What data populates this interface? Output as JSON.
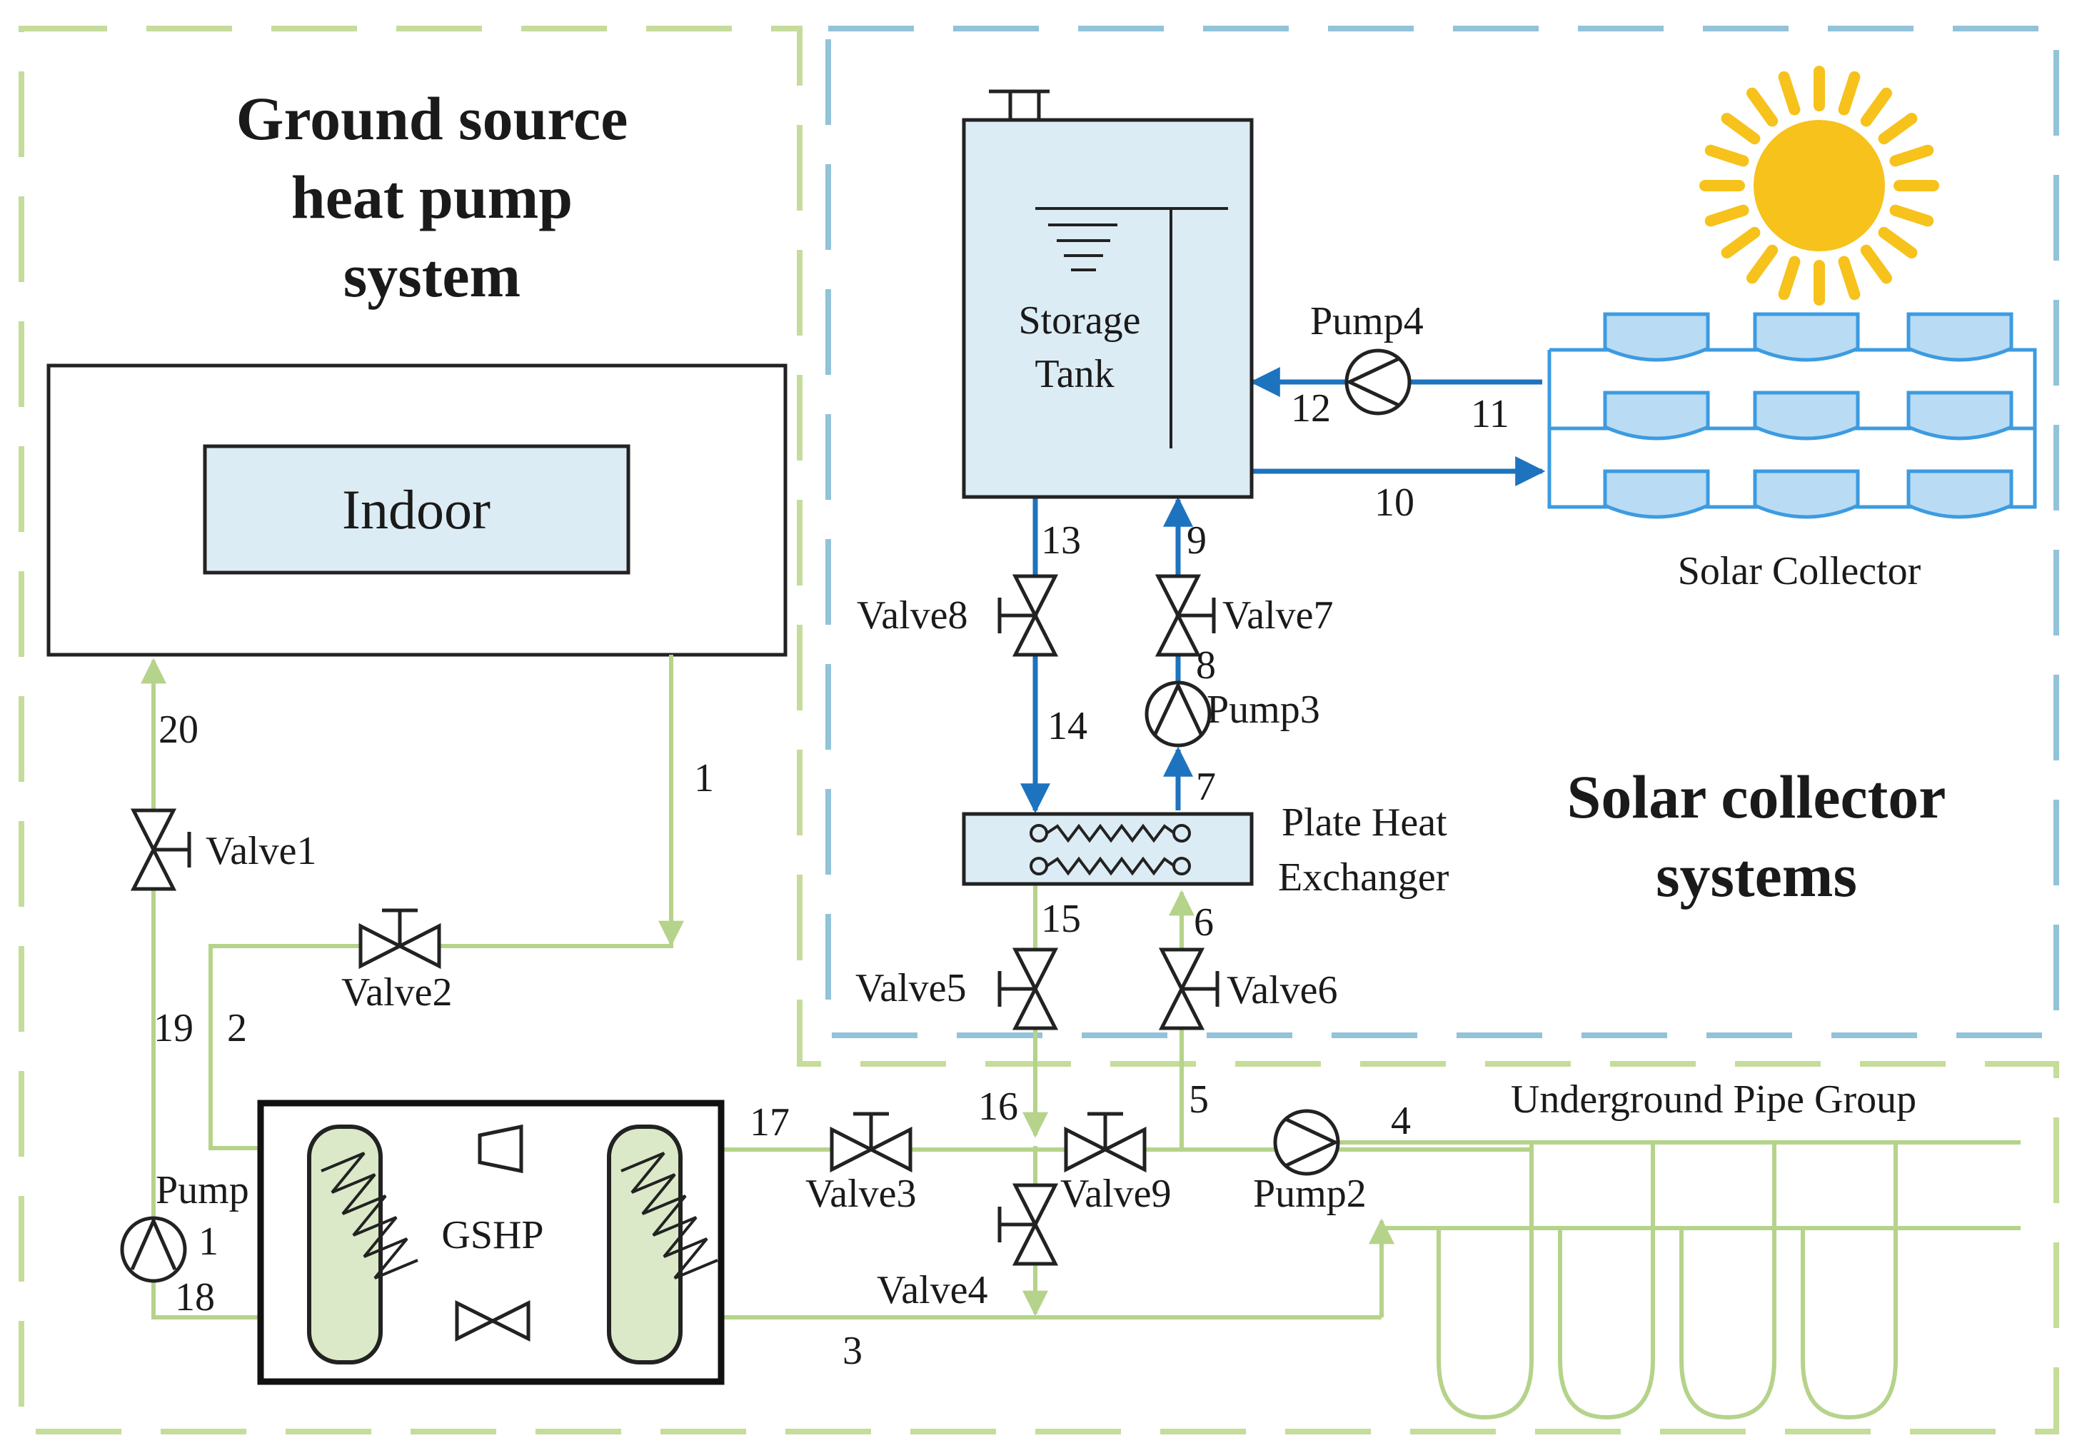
{
  "titles": {
    "gshp_line1": "Ground source",
    "gshp_line2": "heat pump",
    "gshp_line3": "system",
    "solar_line1": "Solar collector",
    "solar_line2": "systems"
  },
  "components": {
    "indoor": "Indoor",
    "storage_line1": "Storage",
    "storage_line2": "Tank",
    "phe_line1": "Plate Heat",
    "phe_line2": "Exchanger",
    "gshp": "GSHP",
    "solar_collector": "Solar Collector",
    "underground": "Underground Pipe Group"
  },
  "pumps": {
    "pump1_a": "Pump",
    "pump1_b": "1",
    "pump2": "Pump2",
    "pump3": "Pump3",
    "pump4": "Pump4"
  },
  "valves": {
    "valve1": "Valve1",
    "valve2": "Valve2",
    "valve3": "Valve3",
    "valve4": "Valve4",
    "valve5": "Valve5",
    "valve6": "Valve6",
    "valve7": "Valve7",
    "valve8": "Valve8",
    "valve9": "Valve9"
  },
  "nodes": [
    "1",
    "2",
    "3",
    "4",
    "5",
    "6",
    "7",
    "8",
    "9",
    "10",
    "11",
    "12",
    "13",
    "14",
    "15",
    "16",
    "17",
    "18",
    "19",
    "20"
  ],
  "colors": {
    "ground_loop": "#b5d38a",
    "solar_loop": "#1e73be",
    "collector": "#3d9be0",
    "collector_fill": "#b9dcf4",
    "tank_fill": "#dcecf4",
    "border_green": "#c5dc9a",
    "border_blue": "#92c3d9",
    "sun": "#f6c21b",
    "hx_fill": "#dbe9c8"
  }
}
